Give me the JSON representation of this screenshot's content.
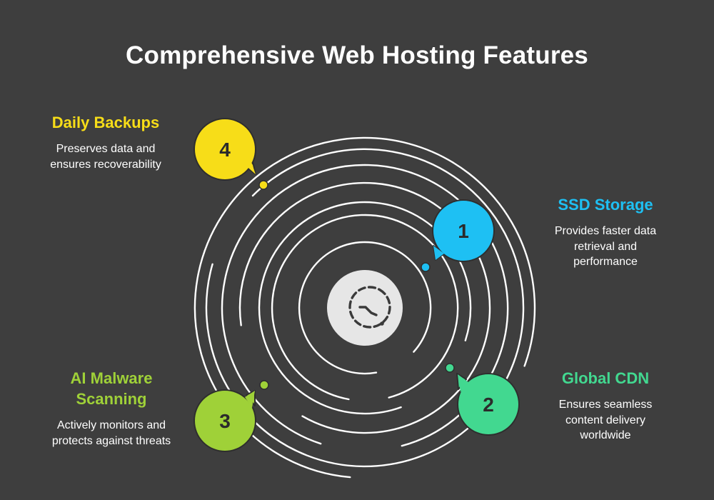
{
  "title": "Comprehensive Web Hosting Features",
  "colors": {
    "background": "#3e3e3e",
    "ssd": "#1ec0f3",
    "cdn": "#42d890",
    "malware": "#9fd138",
    "backups": "#f7dd18",
    "center": "#e6e6e6"
  },
  "center_icon": "history-clock-icon",
  "features": [
    {
      "number": "1",
      "title": "SSD Storage",
      "description": "Provides faster data retrieval and performance",
      "color": "#1ec0f3"
    },
    {
      "number": "2",
      "title": "Global CDN",
      "description": "Ensures seamless content delivery worldwide",
      "color": "#42d890"
    },
    {
      "number": "3",
      "title": "AI Malware Scanning",
      "description": "Actively monitors and protects against threats",
      "color": "#9fd138"
    },
    {
      "number": "4",
      "title": "Daily Backups",
      "description": "Preserves data and ensures recoverability",
      "color": "#f7dd18"
    }
  ]
}
